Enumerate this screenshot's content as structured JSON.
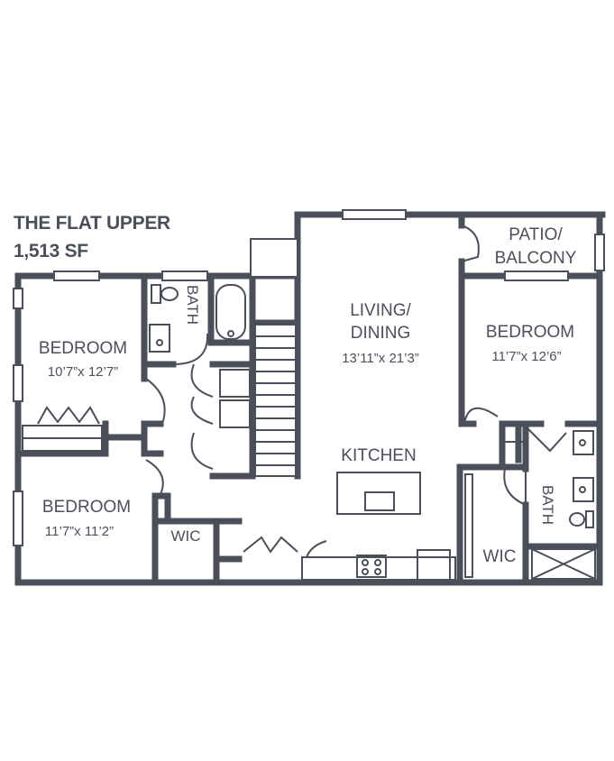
{
  "plan": {
    "name": "THE FLAT UPPER",
    "area": "1,513 SF",
    "wall_color": "#4b4f59",
    "rooms": {
      "bedroom_left_upper": {
        "name": "BEDROOM",
        "dims": "10’7”x 12’7”"
      },
      "bedroom_left_lower": {
        "name": "BEDROOM",
        "dims": "11’7”x 11’2”"
      },
      "bath_left": {
        "name": "BATH"
      },
      "wic_left": {
        "name": "WIC"
      },
      "living_dining": {
        "name_line1": "LIVING/",
        "name_line2": "DINING",
        "dims": "13’11”x 21’3”"
      },
      "kitchen": {
        "name": "KITCHEN"
      },
      "patio": {
        "name_line1": "PATIO/",
        "name_line2": "BALCONY"
      },
      "bedroom_right": {
        "name": "BEDROOM",
        "dims": "11’7”x 12’6”"
      },
      "bath_right": {
        "name": "BATH"
      },
      "wic_right": {
        "name": "WIC"
      }
    }
  }
}
